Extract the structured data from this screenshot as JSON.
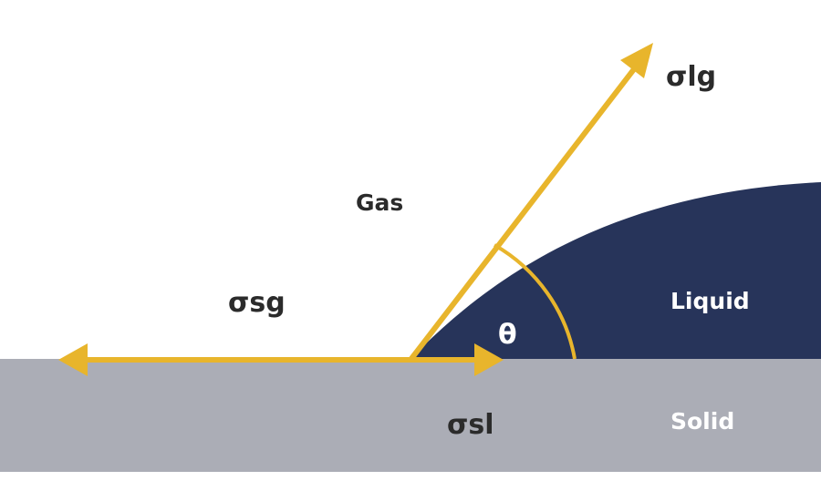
{
  "labels": {
    "sigma_lg": "σlg",
    "gas": "Gas",
    "sigma_sg": "σsg",
    "liquid": "Liquid",
    "theta": "θ",
    "sigma_sl": "σsl",
    "solid": "Solid"
  },
  "colors": {
    "solid": "#abadb6",
    "liquid": "#27345a",
    "arrow": "#e8b52c",
    "background": "#ffffff",
    "dark_text": "#2b2b2b",
    "light_text": "#ffffff"
  }
}
